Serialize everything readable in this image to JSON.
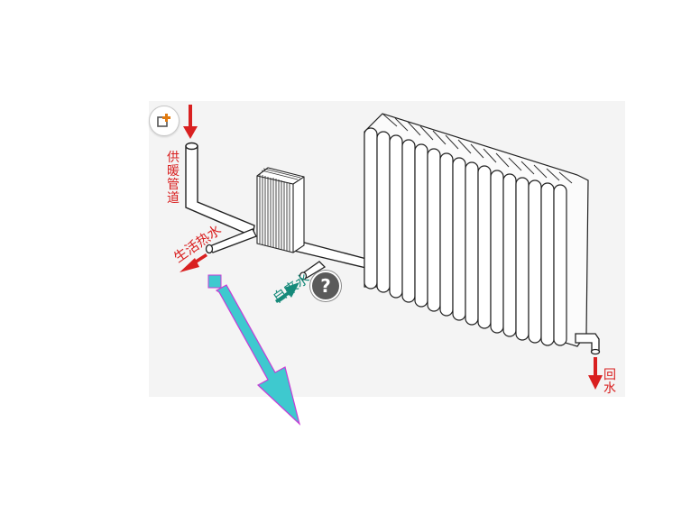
{
  "labels": {
    "supply_pipe": "供暖管道",
    "return_water": "回水",
    "domestic_water": "生活热水",
    "tap_water": "自来水"
  },
  "controls": {
    "add_icon": "add-component-icon",
    "help_icon": "help-icon",
    "help_glyph": "?"
  },
  "colors": {
    "flow_arrow": "#d92020",
    "tap_arrow": "#168a7a",
    "pointer_arrow": "#3ec9cf",
    "pointer_outline": "#c83ad6",
    "pipe_stroke": "#222222"
  }
}
